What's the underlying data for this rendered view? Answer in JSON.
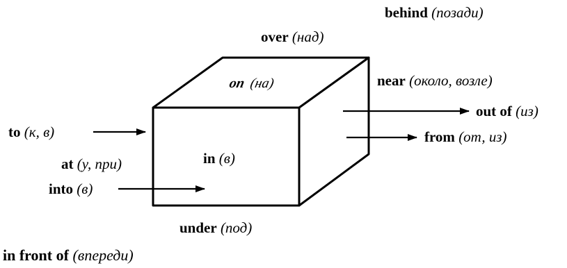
{
  "labels": {
    "behind": {
      "en": "behind",
      "ru": "позади"
    },
    "over": {
      "en": "over",
      "ru": "над"
    },
    "on": {
      "en": "on",
      "ru": "на"
    },
    "near": {
      "en": "near",
      "ru": "около, возле"
    },
    "out_of": {
      "en": "out of",
      "ru": "из"
    },
    "from": {
      "en": "from",
      "ru": "от, из"
    },
    "to": {
      "en": "to",
      "ru": "к, в"
    },
    "at": {
      "en": "at",
      "ru": "у, при"
    },
    "in": {
      "en": "in",
      "ru": "в"
    },
    "into": {
      "en": "into",
      "ru": "в"
    },
    "under": {
      "en": "under",
      "ru": "под"
    },
    "in_front_of": {
      "en": "in front of",
      "ru": "впереди"
    }
  },
  "paren_open": "(",
  "paren_close": ")"
}
